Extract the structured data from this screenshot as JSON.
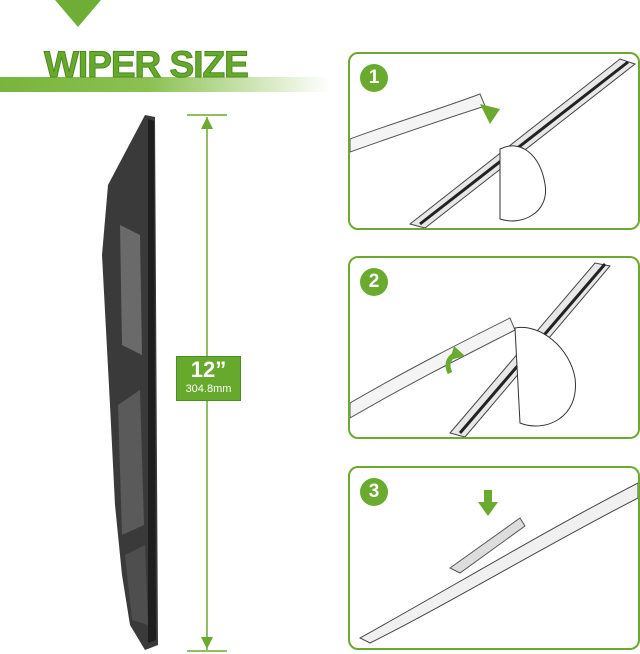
{
  "title": "WIPER SIZE",
  "size": {
    "inches": "12”",
    "mm": "304.8mm"
  },
  "steps": [
    {
      "number": "1",
      "icon": "arrow-up-left-icon"
    },
    {
      "number": "2",
      "icon": "curved-arrow-up-icon"
    },
    {
      "number": "3",
      "icon": "arrow-down-icon"
    }
  ],
  "colors": {
    "accent": "#6aaa2e"
  }
}
